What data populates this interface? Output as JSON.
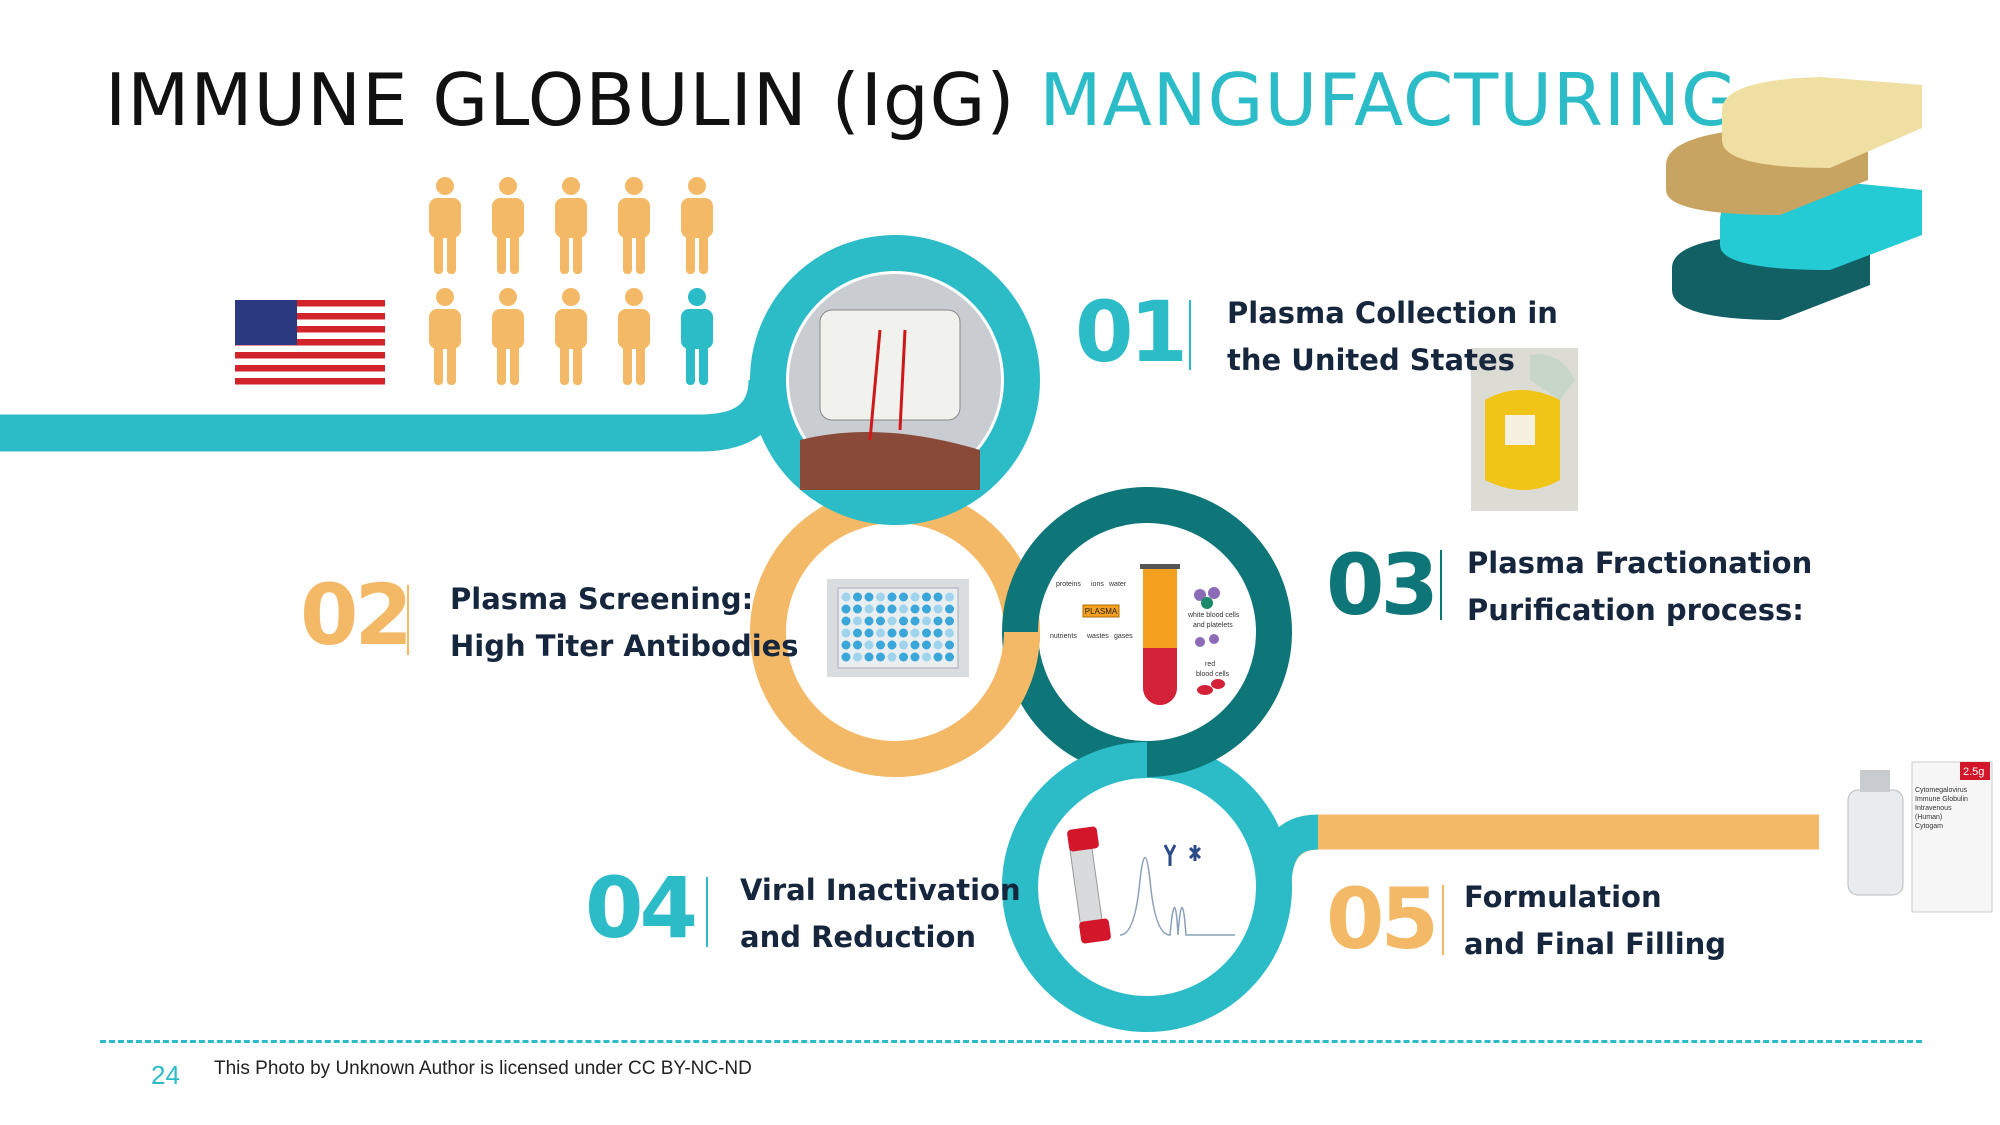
{
  "title": {
    "main": "IMMUNE GLOBULIN (IgG)",
    "accent": "MANGUFACTURING"
  },
  "colors": {
    "teal": "#2bbcc8",
    "dark_teal": "#0e7578",
    "orange": "#f3b967",
    "navy": "#16263d"
  },
  "steps": [
    {
      "number": "01",
      "line1": "Plasma Collection in",
      "line2": "the United States",
      "color": "#2bbcc8"
    },
    {
      "number": "02",
      "line1": "Plasma Screening:",
      "line2": "High Titer Antibodies",
      "color": "#f3b967"
    },
    {
      "number": "03",
      "line1": "Plasma Fractionation",
      "line2": "Purification process:",
      "color": "#0e7578"
    },
    {
      "number": "04",
      "line1": "Viral Inactivation",
      "line2": "and Reduction",
      "color": "#2bbcc8"
    },
    {
      "number": "05",
      "line1": "Formulation",
      "line2": "and Final Filling",
      "color": "#f3b967"
    }
  ],
  "people": {
    "total": 10,
    "highlighted": 1
  },
  "diagram_labels": {
    "plasma": "PLASMA",
    "proteins": "proteins",
    "ions": "ions",
    "water": "water",
    "nutrients": "nutrients",
    "wastes": "wastes",
    "gases": "gases",
    "wbc": "white blood cells",
    "platelets": "and platelets",
    "rbc1": "red",
    "rbc2": "blood cells"
  },
  "vial": {
    "box_label": "2.5g",
    "box_text": "Cytomegalovirus Immune Globulin Intravenous (Human) Cytogam"
  },
  "footer": {
    "page": "24",
    "credit": "This Photo by Unknown Author is licensed under CC BY-NC-ND"
  }
}
